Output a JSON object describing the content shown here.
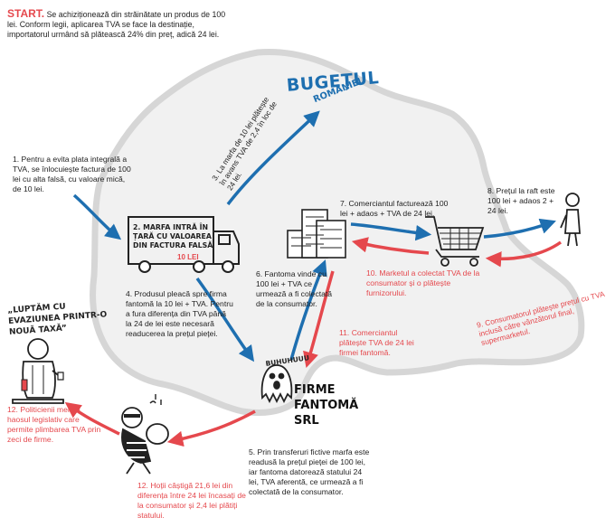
{
  "start": {
    "word": "START.",
    "text": "Se achiziționează din străinătate un produs de 100 lei. Conform legii, aplicarea TVA se face la destinație, importatorul urmând să plătească 24% din preț, adică 24 lei."
  },
  "budget": {
    "title": "BUGEȚUL",
    "subtitle": "ROMÂNIEI"
  },
  "steps": {
    "s1": "1. Pentru a evita plata integrală a TVA, se înlocuiește factura de 100 lei cu alta falsă, cu valoare mică, de 10 lei.",
    "s2": "2. MARFA INTRĂ ÎN ȚARĂ CU VALOAREA DIN FACTURA FALSĂ",
    "s2_price": "10 LEI",
    "s3": "3. La marfa de 10 lei plătește în avans TVA de 2,4 în loc de 24 lei.",
    "s4": "4. Produsul pleacă spre firma fantomă la 10 lei + TVA. Pentru a fura diferența din TVA până la 24 de lei este necesară readucerea la prețul pieței.",
    "s5": "5. Prin transferuri fictive marfa este readusă la prețul pieței de 100 lei, iar fantoma datorează statului 24 lei, TVA aferentă, ce urmează a fi colectată de la consumator.",
    "s6": "6. Fantoma vinde cu 100 lei + TVA ce urmează a fi colectată de la consumator.",
    "s7": "7. Comerciantul facturează 100 lei + adaos + TVA de 24 lei.",
    "s8": "8. Prețul la raft este 100 lei + adaos 2 + 24 lei.",
    "s9": "9. Consumatorul plătește prețul cu TVA inclusă către vânzătorul final, supermarketul.",
    "s10": "10. Marketul a colectat TVA de la consumator și o plătește furnizorului.",
    "s11": "11. Comerciantul plătește TVA de 24 lei firmei fantomă.",
    "s12": "12. Politicienii mențin haosul legislativ care permite plimbarea TVA prin zeci de firme.",
    "s12b": "12. Hoții câștigă 21,6 lei din diferența între 24 lei încasați de la consumator și 2,4 lei plătiți statului."
  },
  "ghost": {
    "sound": "BUHUHUUU",
    "firm_line1": "FIRME",
    "firm_line2": "FANTOMĂ",
    "firm_line3": "SRL"
  },
  "protest": "„LUPTĂM CU EVAZIUNEA PRINTR-O NOUĂ TAXĂ”",
  "colors": {
    "blue": "#1e6fb0",
    "red": "#e5484d",
    "map_fill": "#f1f1f1",
    "map_stroke": "#d8d8d8"
  }
}
